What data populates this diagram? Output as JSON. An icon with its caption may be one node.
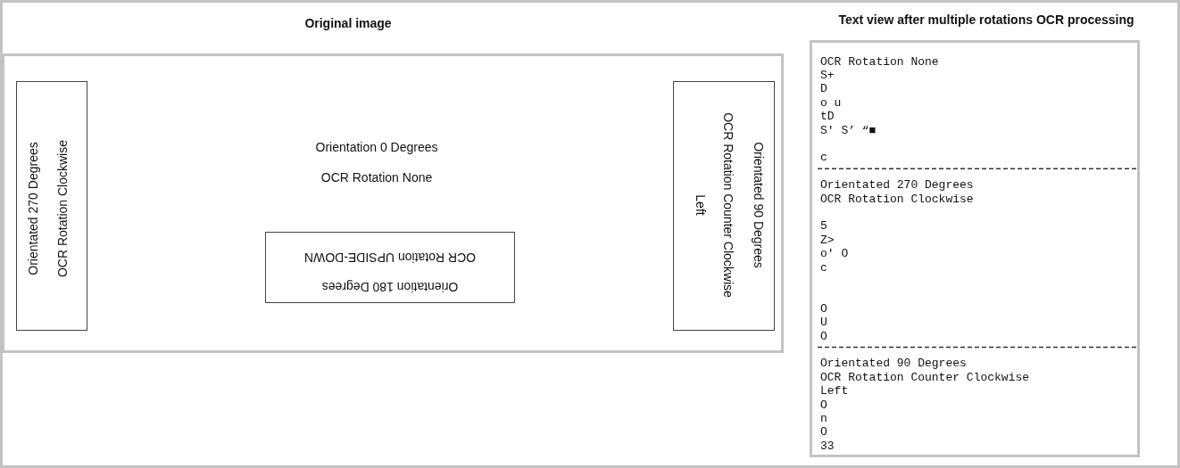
{
  "diagram": {
    "nodes": [
      {
        "text": [
          "Original image"
        ]
      },
      {
        "text": [
          "Orientated 270 Degrees",
          "OCR Rotation Clockwise"
        ],
        "in": 0
      },
      {
        "text": [
          "Orientation 180 Degrees",
          "OCR Rotation UPSIDE-DOWN"
        ],
        "in": 0
      },
      {
        "text": [
          "Orientated 90 Degrees",
          "OCR Rotation Counter Clockwise Left"
        ],
        "in": 0
      },
      {
        "text": [
          "Text view after multiple rotations OCR processing",
          "OCR Rotation None",
          "S+",
          "D",
          "o u",
          "tD",
          "S' S’ “■",
          "c",
          "Orientated 270 Degrees",
          "OCR Rotation Clockwise",
          "5",
          "Z>",
          "o' O",
          "c",
          "O",
          "U",
          "O",
          "Orientated 90 Degrees",
          "OCR Rotation Counter Clockwise",
          "Left",
          "O",
          "n",
          "O",
          "33"
        ]
      }
    ],
    "labels": [
      "Orientation 0 Degrees",
      "OCR Rotation None"
    ]
  }
}
